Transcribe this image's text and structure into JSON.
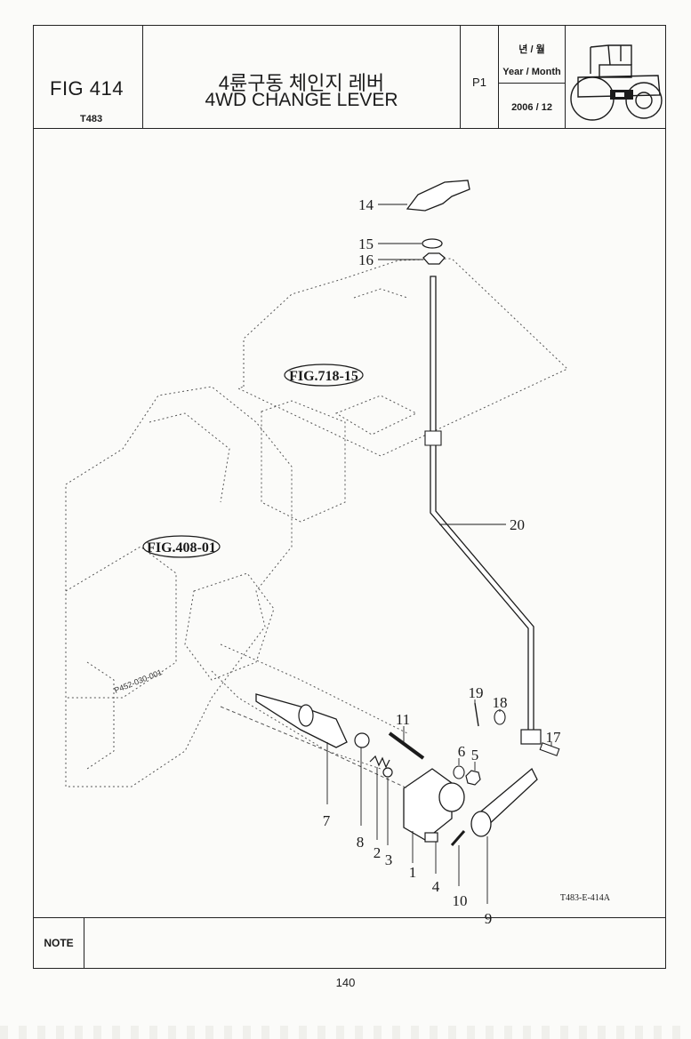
{
  "header": {
    "fig_number": "FIG 414",
    "model": "T483",
    "title_ko": "4륜구동 체인지 레버",
    "title_en": "4WD CHANGE LEVER",
    "page_code": "P1",
    "date_label_ko": "년 / 월",
    "date_label_en": "Year / Month",
    "date_value": "2006 / 12",
    "tractor_icon": "tractor-icon"
  },
  "diagram": {
    "figure_refs": [
      "FIG.718-15",
      "FIG.408-01"
    ],
    "drawing_code": "T483-E-414A",
    "part_stamp": "P452-030-001",
    "callouts": [
      "14",
      "15",
      "16",
      "20",
      "19",
      "18",
      "17",
      "11",
      "6",
      "5",
      "7",
      "8",
      "2",
      "3",
      "1",
      "4",
      "10",
      "9"
    ]
  },
  "note": {
    "label": "NOTE",
    "text": ""
  },
  "footer": {
    "page_number": "140"
  }
}
